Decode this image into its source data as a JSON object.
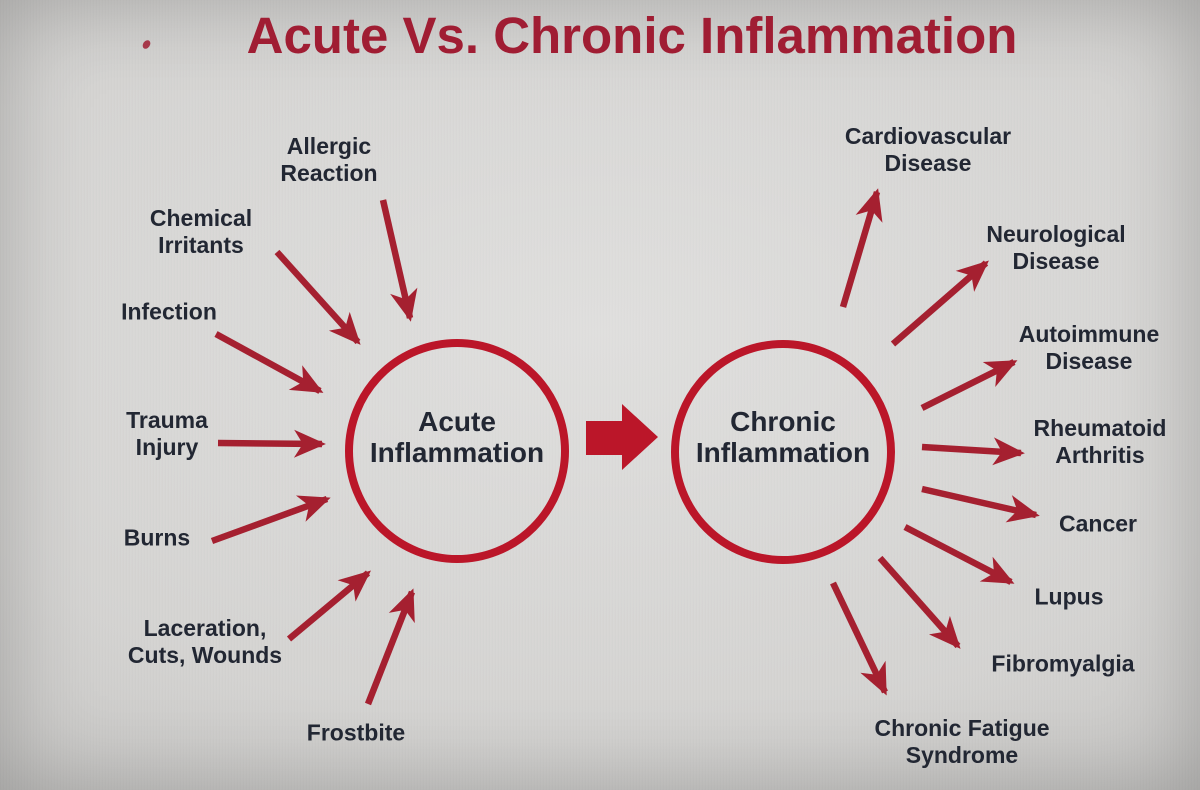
{
  "title": "Acute Vs. Chronic Inflammation",
  "acute_circle": {
    "label": "Acute\nInflammation"
  },
  "chronic_circle": {
    "label": "Chronic\nInflammation"
  },
  "causes": [
    {
      "label": "Allergic\nReaction"
    },
    {
      "label": "Chemical\nIrritants"
    },
    {
      "label": "Infection"
    },
    {
      "label": "Trauma\nInjury"
    },
    {
      "label": "Burns"
    },
    {
      "label": "Laceration,\nCuts, Wounds"
    },
    {
      "label": "Frostbite"
    }
  ],
  "outcomes": [
    {
      "label": "Cardiovascular\nDisease"
    },
    {
      "label": "Neurological\nDisease"
    },
    {
      "label": "Autoimmune\nDisease"
    },
    {
      "label": "Rheumatoid\nArthritis"
    },
    {
      "label": "Cancer"
    },
    {
      "label": "Lupus"
    },
    {
      "label": "Fibromyalgia"
    },
    {
      "label": "Chronic Fatigue\nSyndrome"
    }
  ],
  "colors": {
    "arrow_red": "#a52030",
    "circle_red": "#bb1629",
    "title_red": "#a01d33",
    "label_dark": "#222733",
    "background": "#d4d3d1"
  }
}
